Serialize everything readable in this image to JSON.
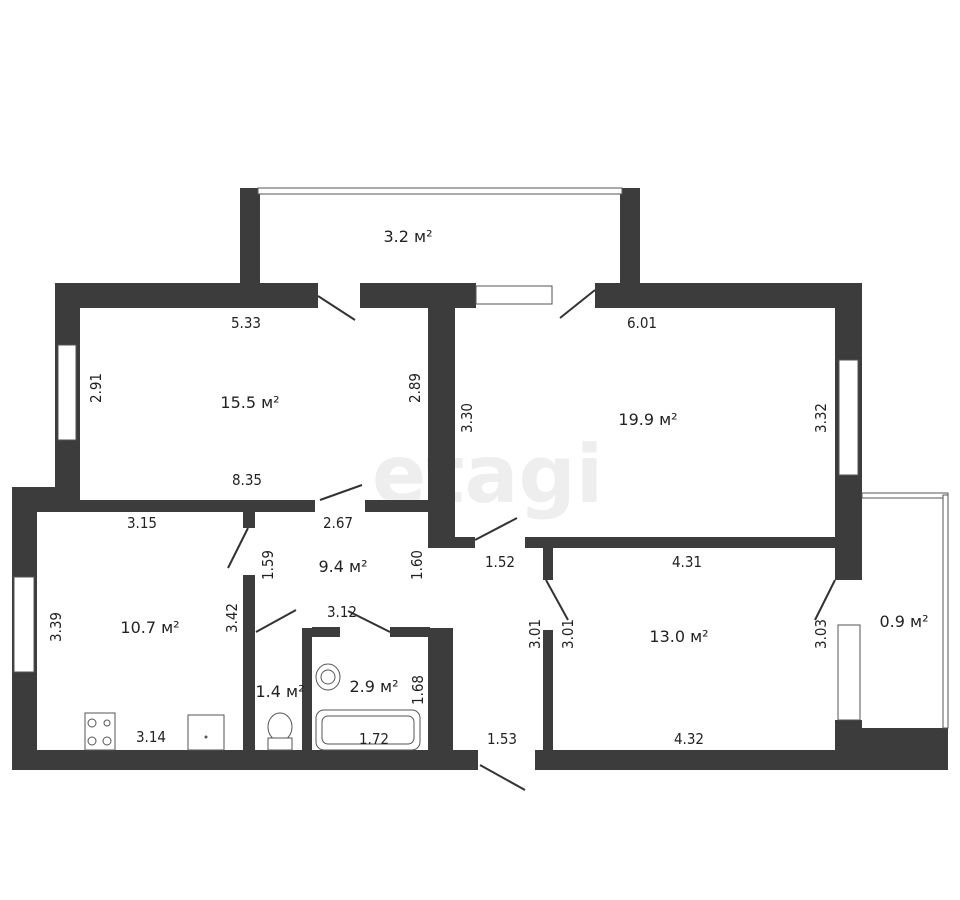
{
  "watermark": "etagi",
  "colors": {
    "wall": "#3c3c3c",
    "background": "#ffffff"
  },
  "rooms": [
    {
      "id": "balcony-top",
      "area": "3.2 м²"
    },
    {
      "id": "room-left",
      "area": "15.5 м²",
      "dims": [
        "5.33",
        "2.91",
        "2.89",
        "8.35"
      ]
    },
    {
      "id": "room-large",
      "area": "19.9 м²",
      "dims": [
        "6.01",
        "3.30",
        "3.32"
      ]
    },
    {
      "id": "kitchen",
      "area": "10.7 м²",
      "dims": [
        "3.15",
        "3.39",
        "3.42",
        "3.14"
      ]
    },
    {
      "id": "hall",
      "area": "9.4 м²",
      "dims": [
        "2.67",
        "1.59",
        "1.60",
        "3.12"
      ]
    },
    {
      "id": "toilet",
      "area": "1.4 м²"
    },
    {
      "id": "bathroom",
      "area": "2.9 м²",
      "dims": [
        "1.68",
        "1.72"
      ]
    },
    {
      "id": "corridor",
      "dims": [
        "1.52",
        "3.01",
        "1.53"
      ]
    },
    {
      "id": "room-right",
      "area": "13.0 м²",
      "dims": [
        "4.31",
        "3.01",
        "3.03",
        "4.32"
      ]
    },
    {
      "id": "balcony-right",
      "area": "0.9 м²"
    }
  ]
}
